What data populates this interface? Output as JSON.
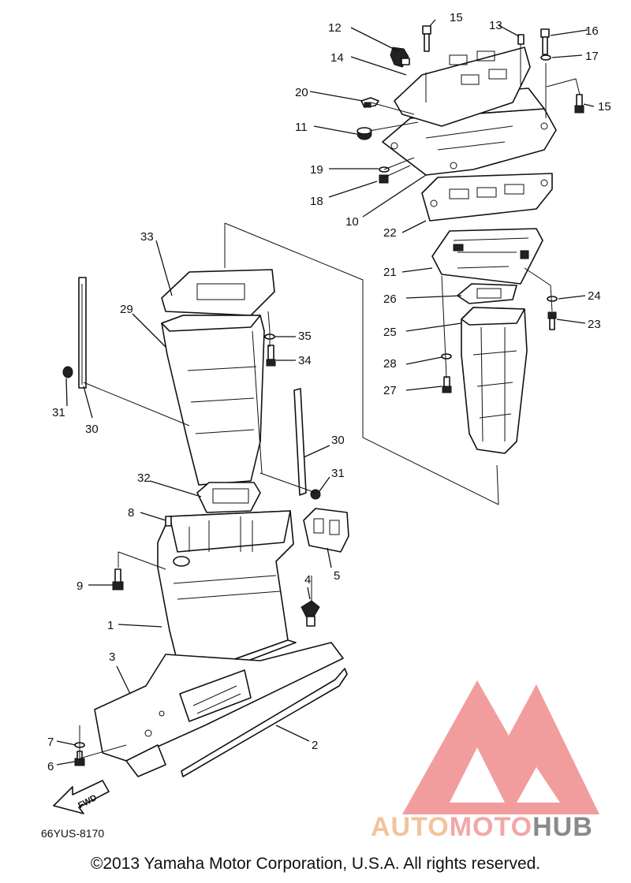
{
  "diagram": {
    "callouts": [
      "1",
      "2",
      "3",
      "4",
      "5",
      "6",
      "7",
      "8",
      "9",
      "10",
      "11",
      "12",
      "13",
      "14",
      "15",
      "15",
      "16",
      "17",
      "18",
      "19",
      "20",
      "21",
      "22",
      "23",
      "24",
      "25",
      "26",
      "27",
      "28",
      "29",
      "30",
      "30",
      "31",
      "31",
      "32",
      "33",
      "34",
      "35"
    ],
    "fwd_label": "FWD",
    "diagram_code": "66YUS-8170"
  },
  "footer": {
    "copyright": "©2013 Yamaha Motor Corporation, U.S.A. All rights reserved."
  },
  "watermark": {
    "text_part1": "AUTO",
    "text_part2": "MOTO",
    "text_part3": "HUB",
    "colors": {
      "auto": "#f2c49b",
      "moto": "#f2a7a7",
      "hub": "#8a8a8a",
      "triangle": "#f08c8c"
    }
  }
}
